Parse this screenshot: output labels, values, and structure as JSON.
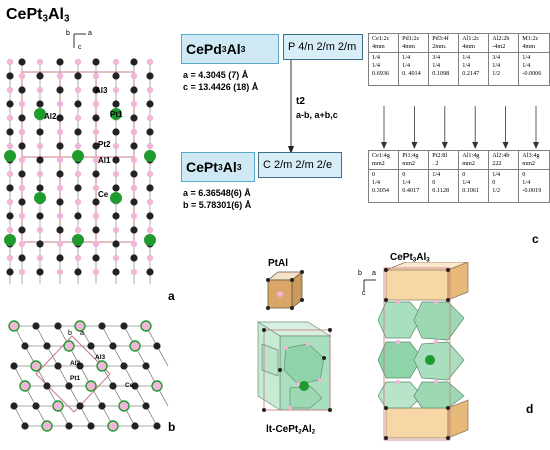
{
  "panel_a": {
    "title_formula": [
      "CePt",
      "3",
      "Al",
      "3"
    ],
    "axes": {
      "b": "b",
      "a": "a",
      "c": "c"
    },
    "atom_labels": [
      "Al3",
      "Al2",
      "Pt1",
      "Pt2",
      "Al1",
      "Ce"
    ],
    "letter": "a"
  },
  "panel_b": {
    "atom_labels": [
      "Al2",
      "Al3",
      "Pt1",
      "Ce"
    ],
    "axes": {
      "b": "b",
      "a": "a"
    },
    "letter": "b"
  },
  "panel_c": {
    "parent": {
      "formula": [
        "CePd",
        "3",
        "Al",
        "3"
      ],
      "space_group": "P 4/n 2/m 2/m",
      "param_a": "a = 4.3045 (7) Å",
      "param_c": "c = 13.4426 (18) Å"
    },
    "transformation": {
      "type": "t2",
      "basis": "a-b, a+b,c"
    },
    "child": {
      "formula": [
        "CePt",
        "3",
        "Al",
        "3"
      ],
      "space_group": "C 2/m 2/m 2/e",
      "param_a": "a = 6.36548(6) Å",
      "param_b": "b = 5.78301(6) Å"
    },
    "parent_sites": [
      {
        "head": [
          "Ce1:2c",
          "4mm"
        ],
        "coords": [
          "1/4",
          "1/4",
          "0.6936"
        ]
      },
      {
        "head": [
          "Pd1:2c",
          "4mm"
        ],
        "coords": [
          "1/4",
          "1/4",
          "0. 4014"
        ]
      },
      {
        "head": [
          "Pd3:4f",
          "2mm."
        ],
        "coords": [
          "3/4",
          "1/4",
          "0.1098"
        ]
      },
      {
        "head": [
          "Al1:2c",
          "4mm"
        ],
        "coords": [
          "1/4",
          "1/4",
          "0.2147"
        ]
      },
      {
        "head": [
          "Al2:2b",
          "-4m2"
        ],
        "coords": [
          "3/4",
          "1/4",
          "1/2"
        ]
      },
      {
        "head": [
          "M1:2c",
          "4mm"
        ],
        "coords": [
          "1/4",
          "1/4",
          "-0.0006"
        ]
      }
    ],
    "child_sites": [
      {
        "head": [
          "Ce1:4g",
          "mm2"
        ],
        "coords": [
          "0",
          "1/4",
          "0.3054"
        ]
      },
      {
        "head": [
          "Pt1:4g",
          "mm2"
        ],
        "coords": [
          "0",
          "1/4",
          "0.4017"
        ]
      },
      {
        "head": [
          "Pt2:8l",
          ". 2"
        ],
        "coords": [
          "1/4",
          "0",
          "0.1128"
        ]
      },
      {
        "head": [
          "Al1:4g",
          "mm2"
        ],
        "coords": [
          "0",
          "1/4",
          "0.1061"
        ]
      },
      {
        "head": [
          "Al2:4b",
          "222"
        ],
        "coords": [
          "1/4",
          "0",
          "1/2"
        ]
      },
      {
        "head": [
          "Al3:4g",
          "mm2"
        ],
        "coords": [
          "0",
          "1/4",
          "-0.0019"
        ]
      }
    ],
    "letter": "c"
  },
  "panel_d": {
    "ptal_label": "PtAl",
    "right_title": [
      "CePt",
      "3",
      "Al",
      "3"
    ],
    "bottom_label": [
      "lt-CePt",
      "2",
      "Al",
      "2"
    ],
    "axes_right": {
      "b": "b",
      "a": "a",
      "c": "c"
    },
    "letter": "d"
  },
  "colors": {
    "ce": "#1f9a2f",
    "pt": "#222222",
    "al": "#f1b6d8",
    "box_fill": "#cfe9f4",
    "poly_green": "#a9dfbf",
    "poly_orange": "#f7d7a5"
  }
}
